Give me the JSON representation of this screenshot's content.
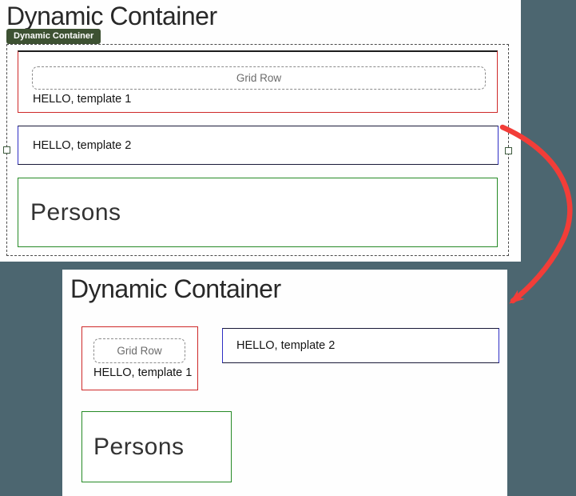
{
  "colors": {
    "background": "#4c6670",
    "panel": "#fefefe",
    "red_border": "#ce2929",
    "blue_border": "#2e2ec4",
    "green_border": "#268a26",
    "badge_background": "#3d5132",
    "arrow": "#f23d38",
    "selection_dash": "#4b4b4b"
  },
  "editor": {
    "title": "Dynamic Container",
    "selection_badge": "Dynamic Container",
    "blocks": {
      "template1": {
        "placeholder": "Grid Row",
        "text": "HELLO, template 1"
      },
      "template2": {
        "text": "HELLO, template 2"
      },
      "persons": {
        "text": "Persons"
      }
    }
  },
  "result": {
    "title": "Dynamic Container",
    "blocks": {
      "template1": {
        "placeholder": "Grid Row",
        "text": "HELLO, template 1"
      },
      "template2": {
        "text": "HELLO, template 2"
      },
      "persons": {
        "text": "Persons"
      }
    }
  }
}
